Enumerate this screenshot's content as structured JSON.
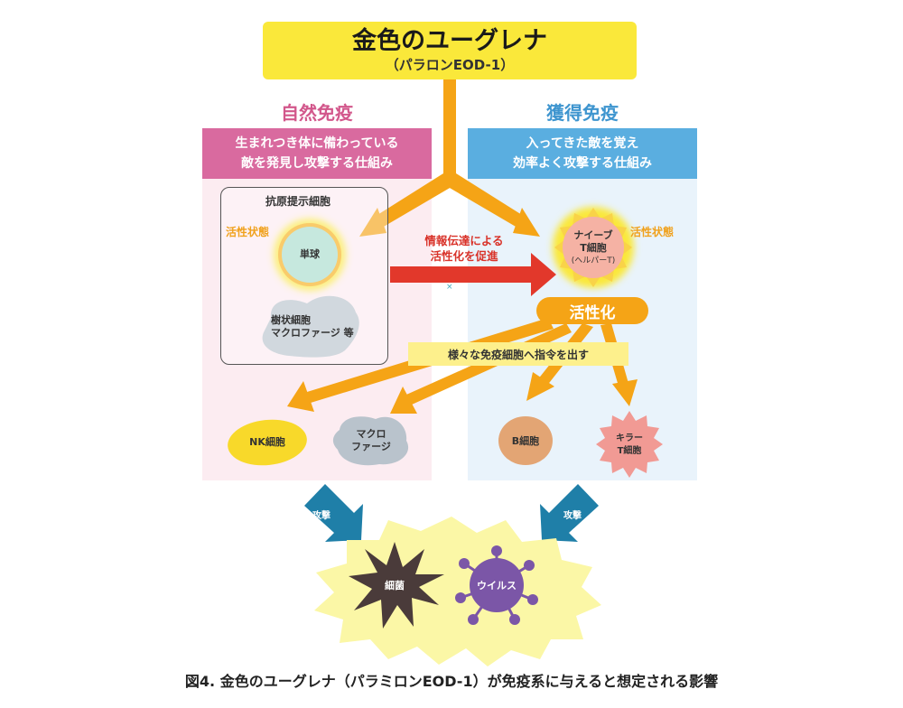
{
  "top": {
    "title": "金色のユーグレナ",
    "subtitle": "（パラロンEOD-1）"
  },
  "innate": {
    "heading": "自然免疫",
    "desc_line1": "生まれつき体に備わっている",
    "desc_line2": "敵を発見し攻撃する仕組み",
    "apc_label": "抗原提示細胞",
    "active_label": "活性状態",
    "monocyte": "単球",
    "dendritic_line1": "樹状細胞",
    "dendritic_line2": "マクロファージ 等",
    "nk_cell": "NK細胞",
    "macrophage_line1": "マクロ",
    "macrophage_line2": "ファージ"
  },
  "acquired": {
    "heading": "獲得免疫",
    "desc_line1": "入ってきた敵を覚え",
    "desc_line2": "効率よく攻撃する仕組み",
    "active_label": "活性状態",
    "naive_line1": "ナイーブ",
    "naive_line2": "T細胞",
    "naive_line3": "(ヘルパーT)",
    "activation": "活性化",
    "command": "様々な免疫細胞へ指令を出す",
    "b_cell": "B細胞",
    "killer_line1": "キラー",
    "killer_line2": "T細胞"
  },
  "info_transfer": {
    "line1": "情報伝達による",
    "line2": "活性化を促進"
  },
  "attack": {
    "left": "攻撃",
    "right": "攻撃"
  },
  "pathogens": {
    "bacteria": "細菌",
    "virus": "ウイルス"
  },
  "caption": "図4. 金色のユーグレナ（パラミロンEOD-1）が免疫系に与えると想定される影響",
  "colors": {
    "yellow": "#fae83a",
    "orange": "#f5a416",
    "pink": "#d96a9f",
    "blue": "#5aaee0",
    "red": "#e2382b",
    "teal_arrow": "#1f7fa8"
  }
}
